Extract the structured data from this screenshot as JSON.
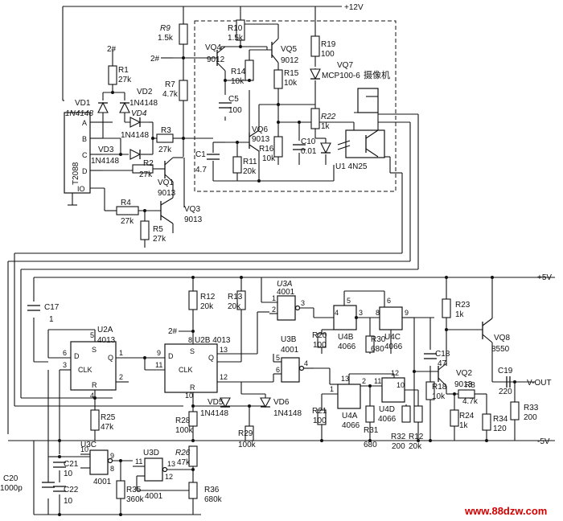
{
  "power": {
    "v12": "+12V",
    "v5p": "+5V",
    "v5n": "-5V",
    "vout": "V-OUT"
  },
  "nets": {
    "n2": "2#"
  },
  "ics": {
    "t2088": {
      "name": "T2088",
      "pins": [
        "A",
        "B",
        "C",
        "D",
        "IO"
      ]
    },
    "u2a": {
      "name": "U2A",
      "part": "4013",
      "pins": [
        "6",
        "5",
        "D",
        "S",
        "3",
        "CLK",
        "1",
        "Q",
        "2",
        "R",
        "4"
      ]
    },
    "u2b": {
      "name": "U2B 4013",
      "pins": [
        "8",
        "9",
        "D",
        "S",
        "13",
        "11",
        "CLK",
        "Q",
        "12",
        "R",
        "10"
      ]
    },
    "u3a": {
      "name": "U3A",
      "part": "4001",
      "pins": [
        "1",
        "2",
        "3"
      ]
    },
    "u3b": {
      "name": "U3B",
      "part": "4001",
      "pins": [
        "5",
        "6",
        "4"
      ]
    },
    "u3c": {
      "name": "U3C",
      "part": "4001",
      "pins": [
        "10",
        "9",
        "8"
      ]
    },
    "u3d": {
      "name": "U3D",
      "part": "4001",
      "pins": [
        "11",
        "12",
        "13"
      ]
    },
    "u4a": {
      "name": "U4A",
      "part": "4066",
      "pins": [
        "1",
        "2",
        "13"
      ]
    },
    "u4b": {
      "name": "U4B",
      "part": "4066",
      "pins": [
        "4",
        "3",
        "5"
      ]
    },
    "u4c": {
      "name": "U4C",
      "part": "4066",
      "pins": [
        "8",
        "9",
        "6"
      ]
    },
    "u4d": {
      "name": "U4D",
      "part": "4066",
      "pins": [
        "11",
        "10",
        "12"
      ]
    },
    "u1": {
      "name": "U1 4N25"
    },
    "vq7": {
      "name": "VQ7",
      "part": "MCP100-6",
      "label": "摄像机"
    }
  },
  "resistors": [
    {
      "ref": "R9",
      "val": "1.5k"
    },
    {
      "ref": "R10",
      "val": "1.5k"
    },
    {
      "ref": "R19",
      "val": "100"
    },
    {
      "ref": "R1",
      "val": "27k"
    },
    {
      "ref": "R7",
      "val": "4.7k"
    },
    {
      "ref": "R14",
      "val": "10k"
    },
    {
      "ref": "R15",
      "val": "10k"
    },
    {
      "ref": "R22",
      "val": "1k"
    },
    {
      "ref": "R3",
      "val": "27k"
    },
    {
      "ref": "R11",
      "val": "20k"
    },
    {
      "ref": "R16",
      "val": "10k"
    },
    {
      "ref": "R2",
      "val": "27k"
    },
    {
      "ref": "R4",
      "val": "27k"
    },
    {
      "ref": "R5",
      "val": "27k"
    },
    {
      "ref": "R12",
      "val": "20k"
    },
    {
      "ref": "R13",
      "val": "20k"
    },
    {
      "ref": "R23",
      "val": "1k"
    },
    {
      "ref": "R20",
      "val": "100"
    },
    {
      "ref": "R30",
      "val": "680"
    },
    {
      "ref": "R25",
      "val": "47k"
    },
    {
      "ref": "R28",
      "val": "100k"
    },
    {
      "ref": "R29",
      "val": "100k"
    },
    {
      "ref": "R26",
      "val": "47k"
    },
    {
      "ref": "R21",
      "val": "100"
    },
    {
      "ref": "R31",
      "val": "680"
    },
    {
      "ref": "R32",
      "val": "200"
    },
    {
      "ref": "R12",
      "val": "20k"
    },
    {
      "ref": "R18",
      "val": "10k"
    },
    {
      "ref": "R8",
      "val": "4.7k"
    },
    {
      "ref": "R24",
      "val": "1k"
    },
    {
      "ref": "R34",
      "val": "120"
    },
    {
      "ref": "R33",
      "val": "200"
    },
    {
      "ref": "R35",
      "val": "360k"
    },
    {
      "ref": "R36",
      "val": "680k"
    }
  ],
  "capacitors": [
    {
      "ref": "C5",
      "val": "100"
    },
    {
      "ref": "C1",
      "val": "4.7"
    },
    {
      "ref": "C10",
      "val": "0.01"
    },
    {
      "ref": "C17",
      "val": "1"
    },
    {
      "ref": "C18",
      "val": "47"
    },
    {
      "ref": "C19",
      "val": "220"
    },
    {
      "ref": "C20",
      "val": "1000p"
    },
    {
      "ref": "C21",
      "val": "10"
    },
    {
      "ref": "C22",
      "val": "10"
    }
  ],
  "transistors": [
    {
      "ref": "VQ4",
      "val": "9012"
    },
    {
      "ref": "VQ5",
      "val": "9012"
    },
    {
      "ref": "VQ6",
      "val": "9013"
    },
    {
      "ref": "VQ1",
      "val": "9013"
    },
    {
      "ref": "VQ3",
      "val": "9013"
    },
    {
      "ref": "VQ8",
      "val": "8550"
    },
    {
      "ref": "VQ2",
      "val": "9013"
    }
  ],
  "diodes": [
    {
      "ref": "VD1",
      "val": "1N4148"
    },
    {
      "ref": "VD2",
      "val": "1N4148"
    },
    {
      "ref": "VD4",
      "val": "1N4148"
    },
    {
      "ref": "VD3",
      "val": "1N4148"
    },
    {
      "ref": "VD5",
      "val": "1N4148"
    },
    {
      "ref": "VD6",
      "val": "1N4148"
    }
  ],
  "watermark": "www.88dzw.com"
}
